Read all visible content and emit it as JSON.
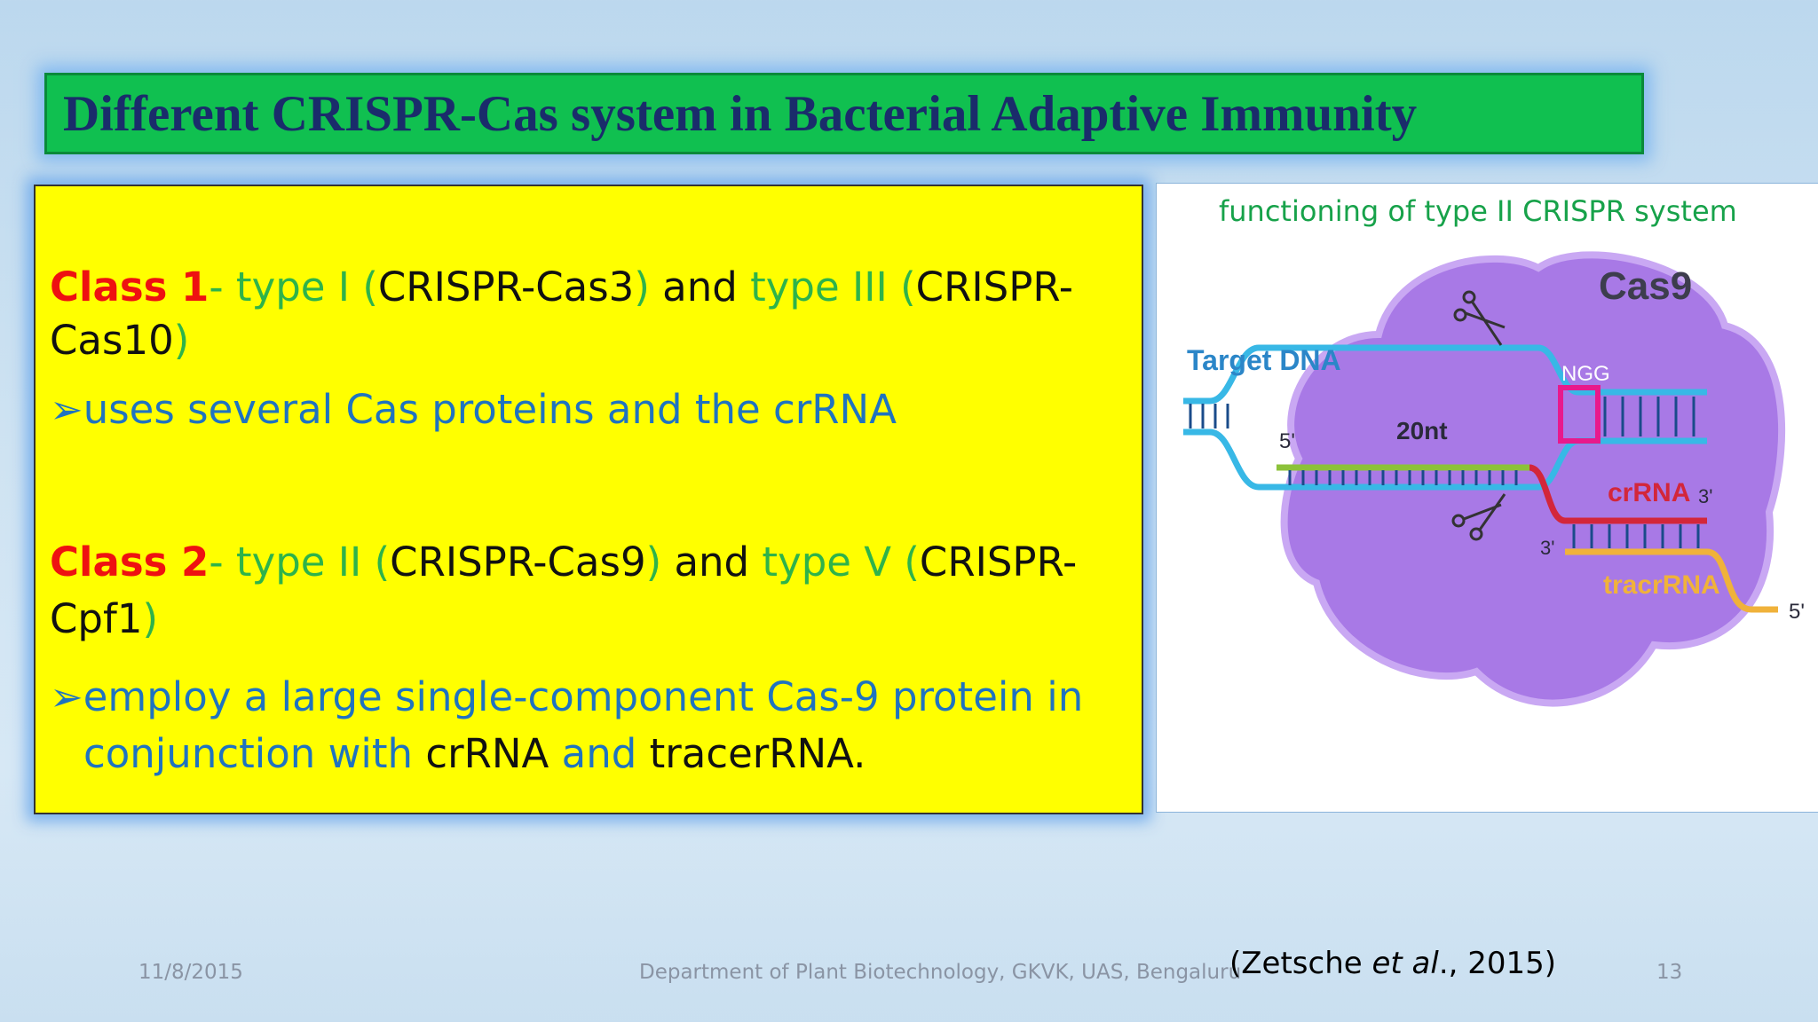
{
  "title": "Different CRISPR-Cas system in Bacterial Adaptive Immunity",
  "left_box": {
    "class1": {
      "label": "Class 1",
      "dash": "- ",
      "type_a": "type I (",
      "type_a_name": "CRISPR-Cas3",
      "type_a_close": ")",
      "and": " and ",
      "type_b": "type III (",
      "type_b_name_line1": "CRISPR-",
      "type_b_name_line2": "Cas10",
      "type_b_close": ")"
    },
    "class1_bullet": "uses several Cas proteins and the crRNA",
    "class2": {
      "label": "Class 2",
      "dash": "- ",
      "type_a": "type II (",
      "type_a_name": "CRISPR-Cas9",
      "type_a_close": ")",
      "and": " and ",
      "type_b": "type V (",
      "type_b_name_line1": "CRISPR-",
      "type_b_name_line2": "Cpf1",
      "type_b_close": ")"
    },
    "class2_bullet": {
      "line1": "employ a large single-component Cas-9 protein in",
      "line2a": "conjunction with ",
      "line2b": "crRNA",
      "line2c": " and ",
      "line2d": "tracerRNA."
    },
    "bullet_icon": "arrow-bullet-icon"
  },
  "figure": {
    "caption": "functioning of type II CRISPR system",
    "labels": {
      "protein": "Cas9",
      "target": "Target DNA",
      "pam": "NGG",
      "spacer": "20nt",
      "crrna": "crRNA",
      "tracr": "tracrRNA",
      "five_prime_a": "5'",
      "three_prime_a": "3'",
      "three_prime_b": "3'",
      "five_prime_b": "5'"
    },
    "colors": {
      "protein": "#a879e6",
      "dna": "#38b8e6",
      "pam": "#e8198c",
      "crrna": "#d3263a",
      "spacer": "#8cc23a",
      "tracr": "#f0b23a",
      "label_blue": "#2b86c8"
    }
  },
  "footer": {
    "date": "11/8/2015",
    "department": "Department of Plant Biotechnology, GKVK, UAS, Bengaluru",
    "citation_pre": "(Zetsche ",
    "citation_em": "et al",
    "citation_post": "., 2015)",
    "page": "13"
  }
}
